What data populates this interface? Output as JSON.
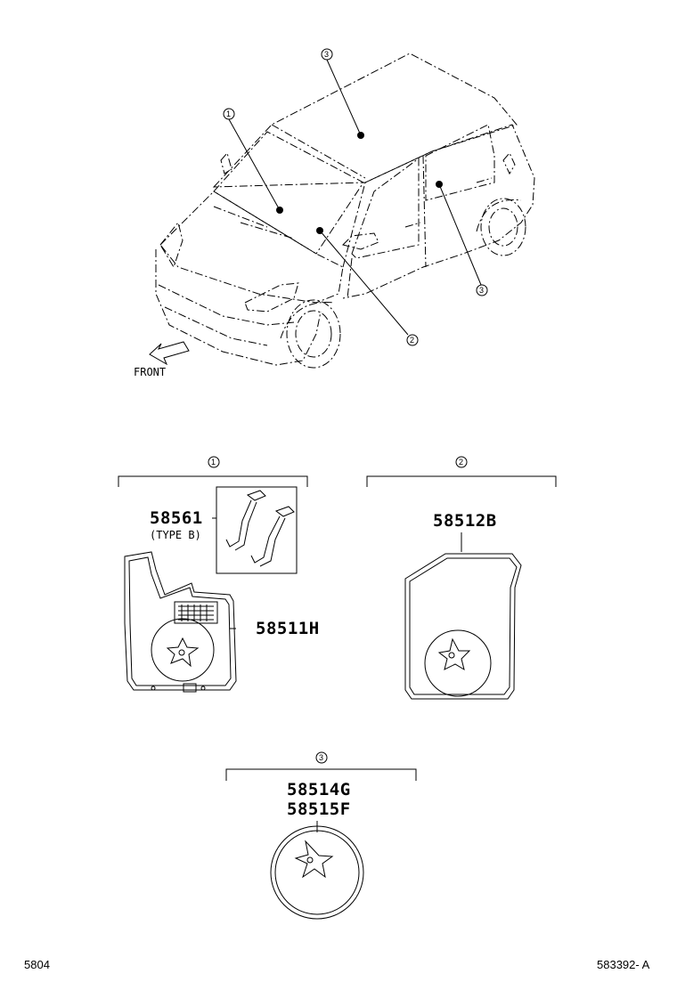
{
  "callouts": {
    "one": "1",
    "two": "2",
    "three": "3"
  },
  "car": {
    "front_label": "FRONT"
  },
  "group1": {
    "clip_part": "58561",
    "clip_note": "(TYPE B)",
    "mat_part": "58511H"
  },
  "group2": {
    "mat_part": "58512B"
  },
  "group3": {
    "part_a": "58514G",
    "part_b": "58515F"
  },
  "footer": {
    "left": "5804",
    "right": "583392- A"
  },
  "colors": {
    "line": "#000000",
    "background": "#ffffff"
  }
}
